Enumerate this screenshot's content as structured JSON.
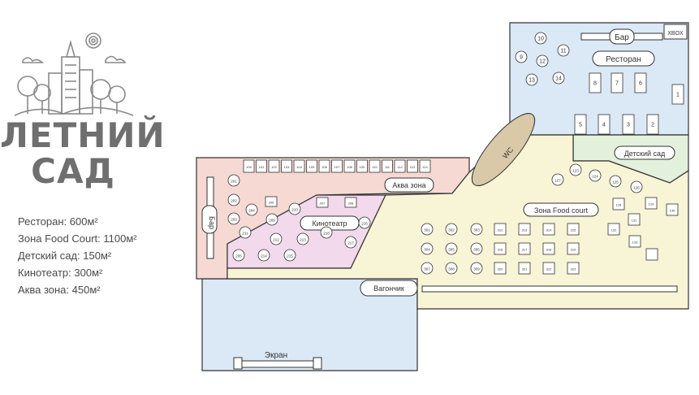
{
  "brand": {
    "line1": "ЛЕТНИЙ",
    "line2": "САД"
  },
  "areas": [
    {
      "name": "Ресторан:",
      "value": "600м²"
    },
    {
      "name": "Зона Food Court:",
      "value": "1100м²"
    },
    {
      "name": "Детский сад:",
      "value": "150м²"
    },
    {
      "name": "Кинотеатр:",
      "value": "300м²"
    },
    {
      "name": "Аква зона:",
      "value": "450м²"
    }
  ],
  "zones": {
    "bar_top": "Бар",
    "xbox": "XBOX",
    "restaurant": "Ресторан",
    "kids": "Детский сад",
    "foodcourt": "Зона Food court",
    "aqua": "Аква зона",
    "cinema": "Кинотеатр",
    "bar_left": "Бар",
    "wagon": "Вагончик",
    "screen": "Экран",
    "wc": "WC"
  },
  "colors": {
    "restaurant": "#dbe8f5",
    "aqua": "#f6d9d3",
    "cinema": "#f2d9ec",
    "kids": "#e3f0dc",
    "foodcourt": "#f8f4d6",
    "screen_area": "#dbe8f5",
    "wc": "#d9c9a8"
  },
  "tables": {
    "restaurant_round": [
      "10",
      "11",
      "9",
      "12",
      "13",
      "14"
    ],
    "restaurant_rect": [
      "8",
      "7",
      "6",
      "1",
      "5",
      "4",
      "3",
      "2"
    ],
    "aqua_top": [
      "100",
      "101",
      "102",
      "103",
      "104",
      "105",
      "106",
      "107",
      "108",
      "109",
      "110",
      "111",
      "112",
      "113",
      "114"
    ],
    "aqua_left": [
      "201",
      "202",
      "203",
      "204",
      "205"
    ],
    "cinema": [
      "206",
      "207",
      "208",
      "209",
      "210",
      "211",
      "212",
      "213",
      "214",
      "215",
      "216",
      "217",
      "218"
    ],
    "kids": [
      "123",
      "124",
      "125",
      "126",
      "127",
      "128",
      "129",
      "130",
      "131",
      "132",
      "133"
    ],
    "fc_round": [
      "301",
      "302",
      "303",
      "304",
      "305",
      "306",
      "307",
      "308",
      "309"
    ],
    "fc_rect": [
      "312",
      "313",
      "314",
      "315",
      "316",
      "317",
      "318",
      "319",
      "320",
      "321",
      "322",
      "323"
    ]
  }
}
